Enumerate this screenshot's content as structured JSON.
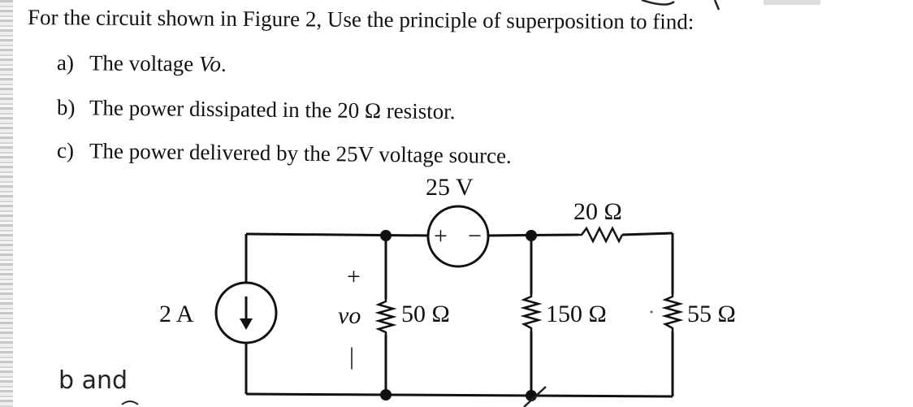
{
  "problem": {
    "intro": "For the circuit shown in Figure 2, Use the principle of superposition to find:",
    "questions": [
      {
        "letter": "a)",
        "text_before": "The voltage ",
        "text_italic": "Vo",
        "text_after": "."
      },
      {
        "letter": "b)",
        "text_before": "The power dissipated in the 20 Ω resistor.",
        "text_italic": "",
        "text_after": ""
      },
      {
        "letter": "c)",
        "text_before": "The power delivered by the 25V voltage source.",
        "text_italic": "",
        "text_after": ""
      }
    ]
  },
  "circuit": {
    "source_voltage": "25 V",
    "current_source": "2 A",
    "r_top": "20 Ω",
    "r_50": "50 Ω",
    "r_150": "150 Ω",
    "r_55": "55 Ω",
    "vo_plus": "+",
    "vo_label": "vo",
    "vo_minus": "|",
    "source_plus": "+",
    "source_minus": "−"
  },
  "handwriting": {
    "note": "b and"
  },
  "colors": {
    "ink": "#111111",
    "paper": "#ffffff"
  }
}
